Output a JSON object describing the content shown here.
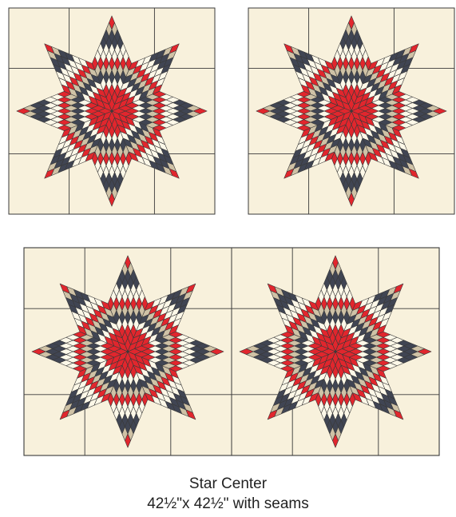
{
  "colors": {
    "background": "#f8f1dc",
    "red": "#e1262d",
    "navy": "#404553",
    "tan": "#cfc2a6",
    "cream": "#fdf8e8",
    "outline": "#3a3a3a"
  },
  "star": {
    "rows": [
      [
        "red",
        "red",
        "red",
        "cream",
        "navy",
        "tan",
        "red"
      ],
      [
        "red",
        "red",
        "cream",
        "navy",
        "tan",
        "red",
        "cream"
      ],
      [
        "red",
        "cream",
        "navy",
        "tan",
        "red",
        "cream",
        "cream"
      ],
      [
        "cream",
        "navy",
        "tan",
        "red",
        "cream",
        "cream",
        "navy"
      ],
      [
        "navy",
        "tan",
        "red",
        "cream",
        "cream",
        "navy",
        "navy"
      ],
      [
        "tan",
        "red",
        "cream",
        "cream",
        "navy",
        "navy",
        "tan"
      ],
      [
        "red",
        "cream",
        "cream",
        "navy",
        "navy",
        "tan",
        "red"
      ]
    ]
  },
  "caption": {
    "title": "Star Center",
    "size": "42½\"x 42½\" with seams"
  }
}
